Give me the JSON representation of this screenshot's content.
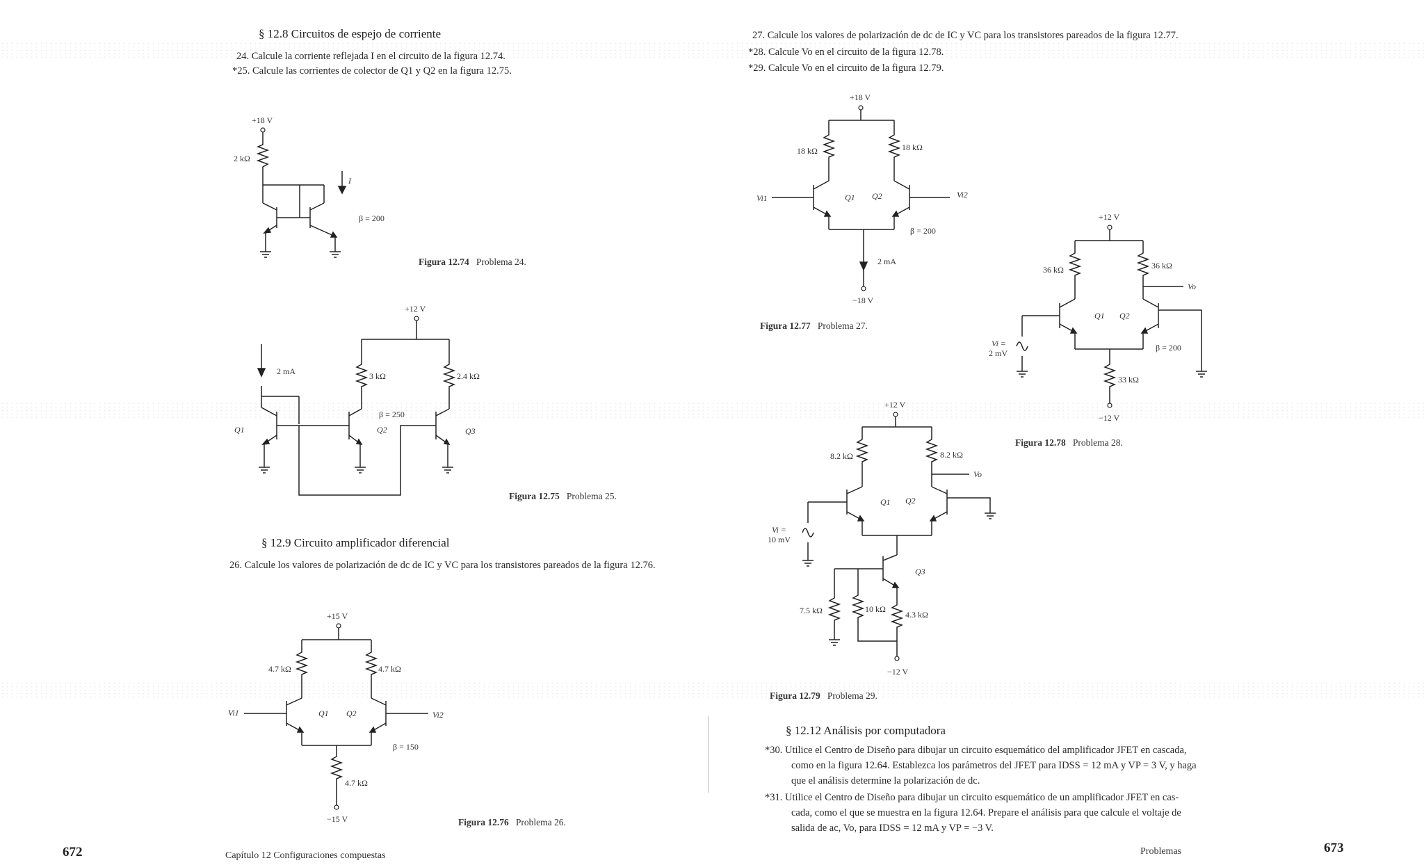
{
  "left_page": {
    "section_128": "§  12.8  Circuitos de espejo de corriente",
    "p24": "24.  Calcule la corriente reflejada I en el circuito de la figura 12.74.",
    "p25": "*25.  Calcule las corrientes de colector de Q1 y Q2 en la figura 12.75.",
    "fig74": {
      "vcc": "+18 V",
      "r": "2 kΩ",
      "beta": "β = 200",
      "current": "I",
      "caption_fig": "Figura 12.74",
      "caption_prob": "Problema 24."
    },
    "fig75": {
      "vcc": "+12 V",
      "iref": "2 mA",
      "r1": "3 kΩ",
      "r2": "2.4 kΩ",
      "beta": "β = 250",
      "q1": "Q1",
      "q2": "Q2",
      "q3": "Q3",
      "caption_fig": "Figura 12.75",
      "caption_prob": "Problema 25."
    },
    "section_129": "§  12.9  Circuito amplificador diferencial",
    "p26": "26.  Calcule los valores de polarización de dc de IC y VC para los transistores pareados de la figura 12.76.",
    "fig76": {
      "vcc": "+15 V",
      "rc1": "4.7 kΩ",
      "rc2": "4.7 kΩ",
      "re": "4.7 kΩ",
      "vee": "−15 V",
      "vi1": "Vi1",
      "vi2": "Vi2",
      "q1": "Q1",
      "q2": "Q2",
      "beta": "β = 150",
      "caption_fig": "Figura 12.76",
      "caption_prob": "Problema 26."
    },
    "page_number": "672",
    "footer": "Capítulo 12   Configuraciones compuestas"
  },
  "right_page": {
    "p27": "27.  Calcule los valores de polarización de dc de IC y VC para los transistores pareados de la figura 12.77.",
    "p28": "*28.  Calcule Vo en el circuito de la figura 12.78.",
    "p29": "*29.  Calcule Vo en el circuito de la figura 12.79.",
    "fig77": {
      "vcc": "+18 V",
      "rc1": "18 kΩ",
      "rc2": "18 kΩ",
      "vi1": "Vi1",
      "vi2": "Vi2",
      "q1": "Q1",
      "q2": "Q2",
      "beta": "β = 200",
      "ie": "2 mA",
      "vee": "−18 V",
      "caption_fig": "Figura 12.77",
      "caption_prob": "Problema 27."
    },
    "fig78": {
      "vcc": "+12 V",
      "rc1": "36 kΩ",
      "rc2": "36 kΩ",
      "vo": "Vo",
      "vi": "Vi =",
      "vi_val": "2 mV",
      "q1": "Q1",
      "q2": "Q2",
      "beta": "β = 200",
      "re": "33 kΩ",
      "vee": "−12 V",
      "caption_fig": "Figura 12.78",
      "caption_prob": "Problema 28."
    },
    "fig79": {
      "vcc": "+12 V",
      "rc1": "8.2 kΩ",
      "rc2": "8.2 kΩ",
      "vo": "Vo",
      "vi": "Vi =",
      "vi_val": "10 mV",
      "q1": "Q1",
      "q2": "Q2",
      "q3": "Q3",
      "r1": "7.5 kΩ",
      "r2": "10 kΩ",
      "r3": "4.3 kΩ",
      "vee": "−12 V",
      "caption_fig": "Figura 12.79",
      "caption_prob": "Problema 29."
    },
    "section_1212": "§  12.12  Análisis por computadora",
    "p30_1": "*30.  Utilice el Centro de Diseño para dibujar un circuito esquemático del amplificador JFET en cascada,",
    "p30_2": "como en la figura 12.64. Establezca los parámetros del JFET para IDSS = 12 mA y VP = 3 V, y haga",
    "p30_3": "que el análisis determine la polarización de dc.",
    "p31_1": "*31.  Utilice el Centro de Diseño para dibujar un circuito esquemático de un amplificador JFET en cas-",
    "p31_2": "cada, como el que se muestra en la figura 12.64. Prepare el análisis para que calcule el voltaje de",
    "p31_3": "salida de ac, Vo, para IDSS = 12 mA y VP = −3 V.",
    "page_number": "673",
    "footer": "Problemas"
  }
}
